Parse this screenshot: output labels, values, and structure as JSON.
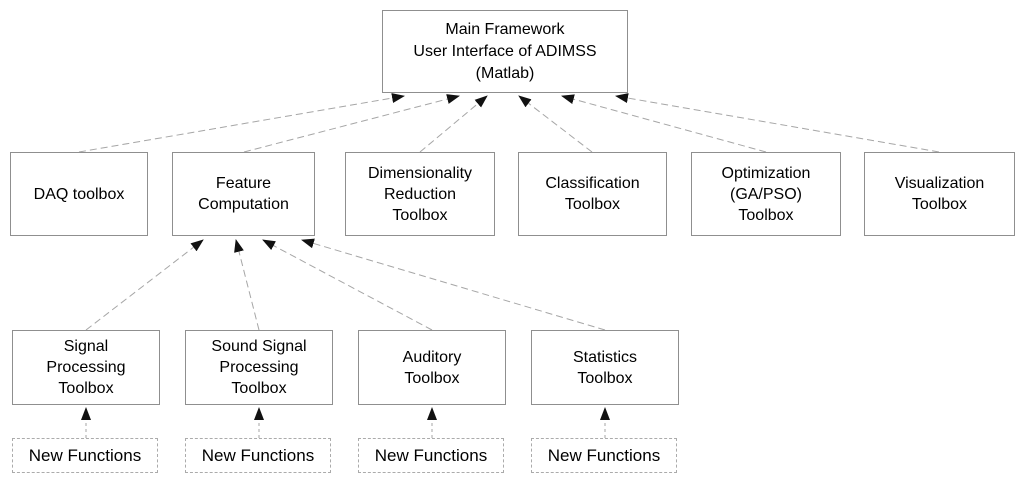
{
  "colors": {
    "background": "#ffffff",
    "box_border": "#8f8f8f",
    "dashed_box_border": "#ababab",
    "connector_line": "#a6a6a6",
    "arrowhead": "#111111",
    "text": "#000000"
  },
  "main_box": {
    "label": "Main Framework\nUser Interface of ADIMSS\n(Matlab)"
  },
  "toolboxes": [
    {
      "label": "DAQ toolbox"
    },
    {
      "label": "Feature\nComputation"
    },
    {
      "label": "Dimensionality\nReduction\nToolbox"
    },
    {
      "label": "Classification\nToolbox"
    },
    {
      "label": "Optimization\n(GA/PSO)\nToolbox"
    },
    {
      "label": "Visualization\nToolbox"
    }
  ],
  "sub_toolboxes": [
    {
      "label": "Signal\nProcessing\nToolbox"
    },
    {
      "label": "Sound Signal\nProcessing\nToolbox"
    },
    {
      "label": "Auditory\nToolbox"
    },
    {
      "label": "Statistics\nToolbox"
    }
  ],
  "new_functions": [
    {
      "label": "New Functions"
    },
    {
      "label": "New Functions"
    },
    {
      "label": "New Functions"
    },
    {
      "label": "New Functions"
    }
  ],
  "relations": {
    "arrows_into_main_framework_from": [
      "DAQ toolbox",
      "Feature Computation",
      "Dimensionality Reduction Toolbox",
      "Classification Toolbox",
      "Optimization (GA/PSO) Toolbox",
      "Visualization Toolbox"
    ],
    "arrows_into_feature_computation_from": [
      "Signal Processing Toolbox",
      "Sound Signal Processing Toolbox",
      "Auditory Toolbox",
      "Statistics Toolbox"
    ],
    "arrows_from_new_functions_into": [
      "Signal Processing Toolbox",
      "Sound Signal Processing Toolbox",
      "Auditory Toolbox",
      "Statistics Toolbox"
    ]
  }
}
